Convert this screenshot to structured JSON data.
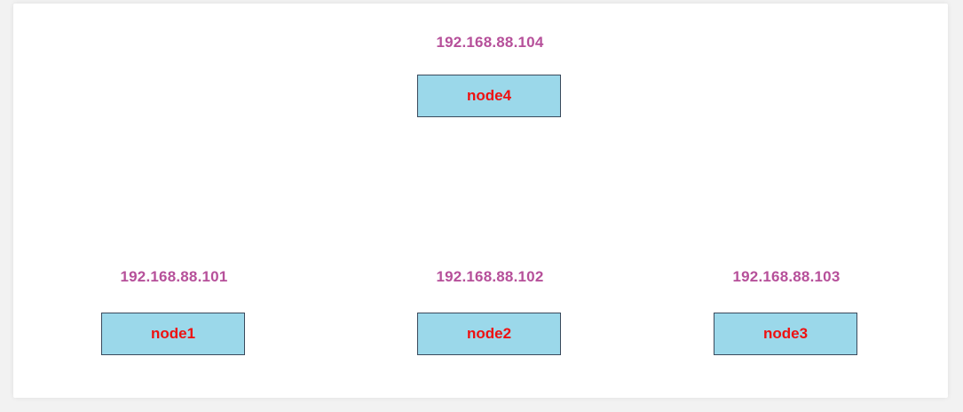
{
  "colors": {
    "ip_text": "#b6509a",
    "node_text": "#ee1111",
    "node_fill": "#9bd8ea",
    "node_border": "#3a4a5c"
  },
  "nodes": [
    {
      "label": "node4",
      "ip": "192.168.88.104"
    },
    {
      "label": "node1",
      "ip": "192.168.88.101"
    },
    {
      "label": "node2",
      "ip": "192.168.88.102"
    },
    {
      "label": "node3",
      "ip": "192.168.88.103"
    }
  ]
}
